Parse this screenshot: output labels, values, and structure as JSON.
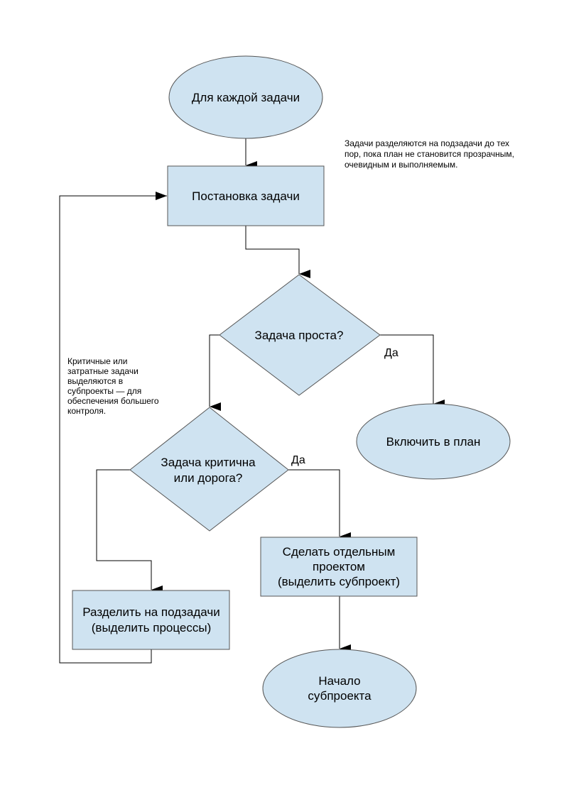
{
  "nodes": {
    "start": {
      "shape": "ellipse",
      "lines": [
        "Для каждой задачи"
      ]
    },
    "define_task": {
      "shape": "rect",
      "lines": [
        "Постановка задачи"
      ]
    },
    "is_simple": {
      "shape": "diamond",
      "lines": [
        "Задача проста?"
      ]
    },
    "include_in_plan": {
      "shape": "ellipse",
      "lines": [
        "Включить в план"
      ]
    },
    "is_critical": {
      "shape": "diamond",
      "lines": [
        "Задача критична",
        "или дорога?"
      ]
    },
    "make_subproject": {
      "shape": "rect",
      "lines": [
        "Сделать отдельным",
        "проектом",
        "(выделить субпроект)"
      ]
    },
    "split_subtasks": {
      "shape": "rect",
      "lines": [
        "Разделить на подзадачи",
        "(выделить процессы)"
      ]
    },
    "subproject_start": {
      "shape": "ellipse",
      "lines": [
        "Начало",
        "субпроекта"
      ]
    }
  },
  "edges": [
    {
      "from": "start",
      "to": "define_task",
      "label": ""
    },
    {
      "from": "define_task",
      "to": "is_simple",
      "label": ""
    },
    {
      "from": "is_simple",
      "to": "include_in_plan",
      "label": "Да"
    },
    {
      "from": "is_simple",
      "to": "is_critical",
      "label": ""
    },
    {
      "from": "is_critical",
      "to": "make_subproject",
      "label": "Да"
    },
    {
      "from": "is_critical",
      "to": "split_subtasks",
      "label": ""
    },
    {
      "from": "make_subproject",
      "to": "subproject_start",
      "label": ""
    },
    {
      "from": "split_subtasks",
      "to": "define_task",
      "label": ""
    }
  ],
  "notes": {
    "subtasks_note": [
      "Задачи разделяются на подзадачи до тех",
      "пор, пока план не становится прозрачным,",
      "очевидным и выполняемым."
    ],
    "critical_note": [
      "Критичные или",
      "затратные задачи",
      "выделяются в",
      "субпроекты — для",
      "обеспечения большего",
      "контроля."
    ]
  },
  "colors": {
    "shape_fill": "#cfe3f1",
    "shape_stroke": "#555555",
    "line": "#000000"
  }
}
